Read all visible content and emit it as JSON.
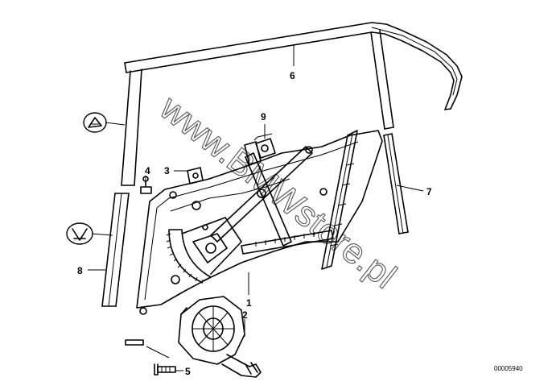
{
  "labels": {
    "p1": "1",
    "p2": "2",
    "p3": "3",
    "p4": "4",
    "p5": "5",
    "p6": "6",
    "p7": "7",
    "p8": "8",
    "p9": "9"
  },
  "watermark": "www.BMWstore.pl",
  "diagram_code": "00005940"
}
